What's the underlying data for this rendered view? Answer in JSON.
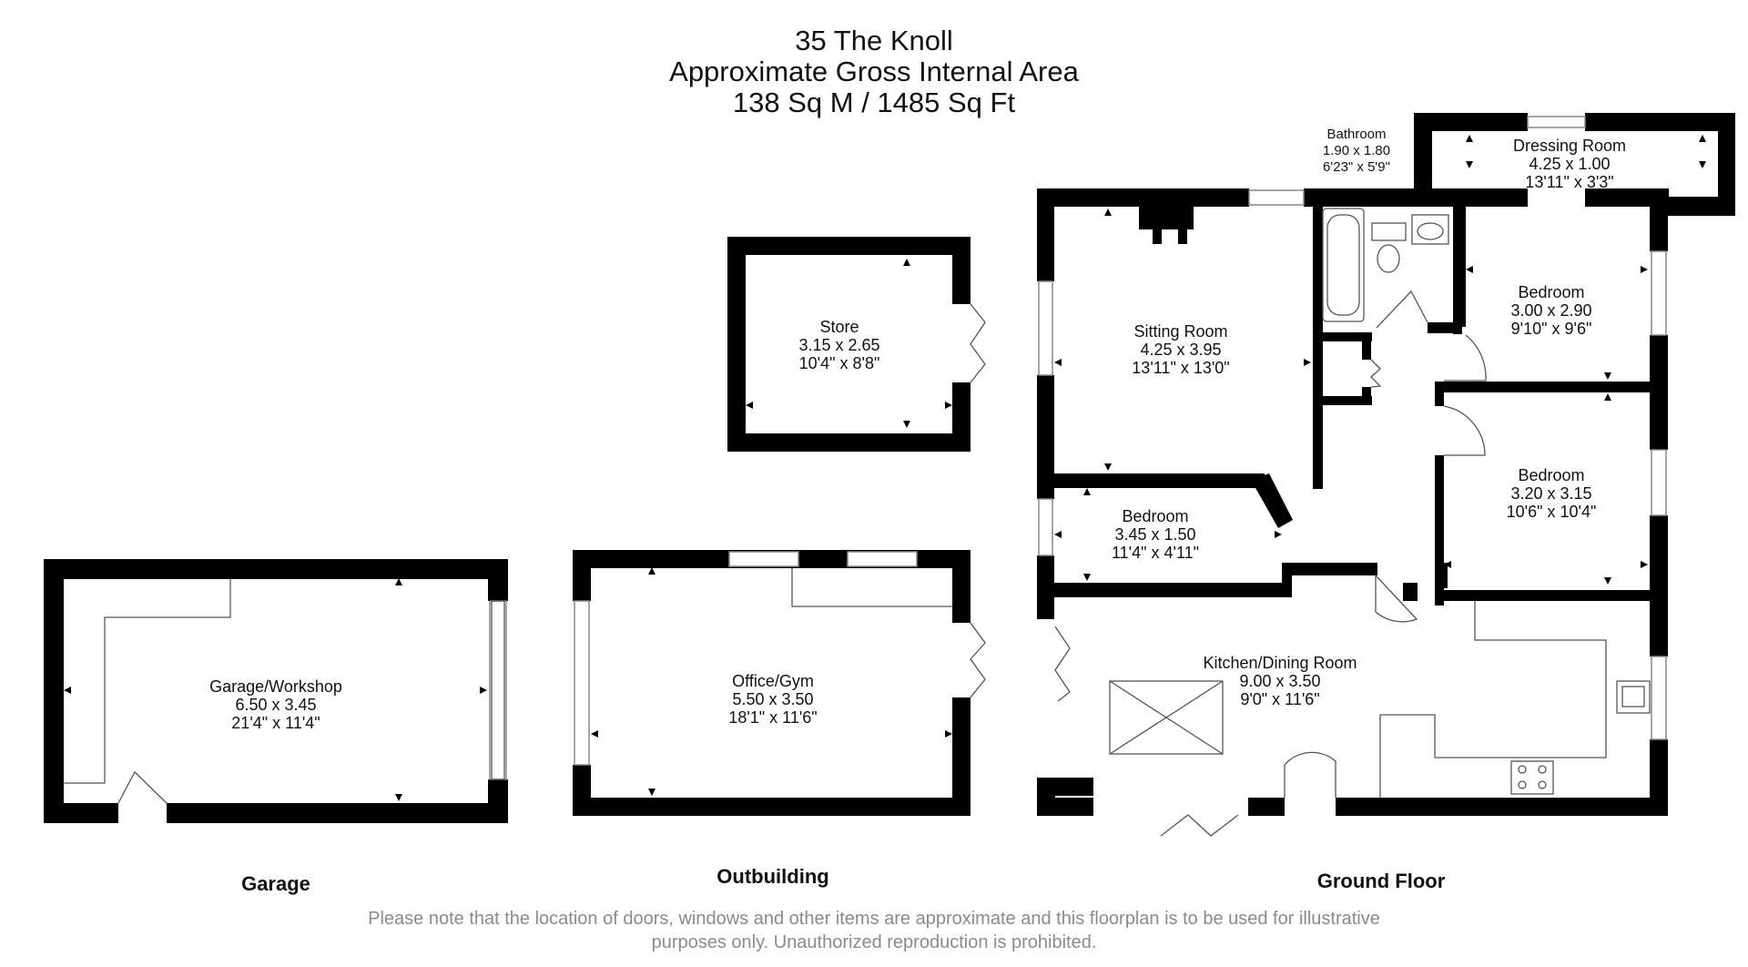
{
  "header": {
    "address": "35 The Knoll",
    "area_label": "Approximate Gross Internal Area",
    "area_value": "138 Sq M / 1485 Sq Ft"
  },
  "rooms": {
    "store": {
      "name": "Store",
      "metric": "3.15 x 2.65",
      "imperial": "10'4\" x 8'8\""
    },
    "sitting": {
      "name": "Sitting Room",
      "metric": "4.25 x 3.95",
      "imperial": "13'11\" x 13'0\""
    },
    "bathroom": {
      "name": "Bathroom",
      "metric": "1.90 x 1.80",
      "imperial": "6'23\" x 5'9\""
    },
    "dressing": {
      "name": "Dressing Room",
      "metric": "4.25 x 1.00",
      "imperial": "13'11\" x 3'3\""
    },
    "bedroom1": {
      "name": "Bedroom",
      "metric": "3.00 x 2.90",
      "imperial": "9'10\" x 9'6\""
    },
    "bedroom2": {
      "name": "Bedroom",
      "metric": "3.20 x 3.15",
      "imperial": "10'6\" x 10'4\""
    },
    "bedroom3": {
      "name": "Bedroom",
      "metric": "3.45 x 1.50",
      "imperial": "11'4\" x 4'11\""
    },
    "kitchen": {
      "name": "Kitchen/Dining Room",
      "metric": "9.00 x 3.50",
      "imperial": "9'0\" x 11'6\""
    },
    "garage": {
      "name": "Garage/Workshop",
      "metric": "6.50 x 3.45",
      "imperial": "21'4\" x 11'4\""
    },
    "office": {
      "name": "Office/Gym",
      "metric": "5.50 x 3.50",
      "imperial": "18'1\" x 11'6\""
    }
  },
  "sections": {
    "garage": "Garage",
    "outbuilding": "Outbuilding",
    "ground": "Ground Floor"
  },
  "disclaimer": {
    "line1": "Please note that the location of doors, windows and other items are approximate and this floorplan is to be used for illustrative",
    "line2": "purposes only. Unauthorized reproduction is prohibited."
  }
}
